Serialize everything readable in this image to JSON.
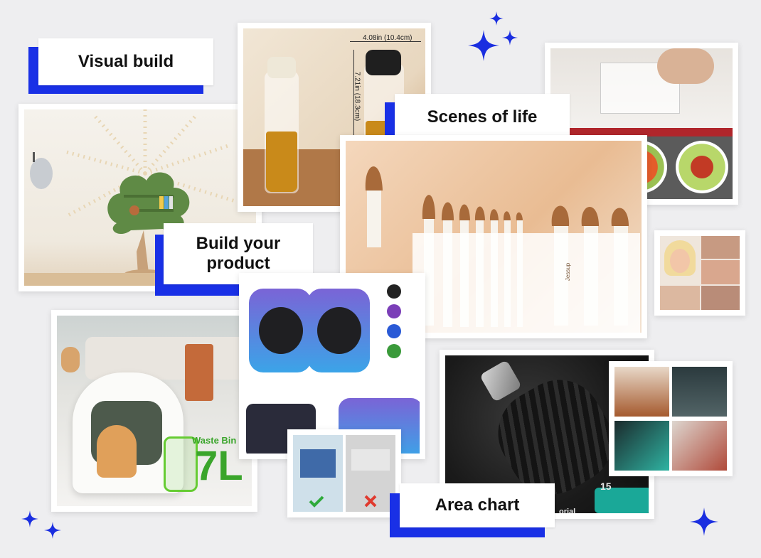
{
  "labels": {
    "visual_build": "Visual build",
    "scenes_of_life": "Scenes of life",
    "build_your_product_line1": "Build your",
    "build_your_product_line2": "product",
    "area_chart": "Area chart"
  },
  "photos": {
    "oil_bottle": {
      "dim_width": "4.08in (10.4cm)",
      "dim_height": "7.21in (18.3cm)"
    },
    "litter_box": {
      "badge_label": "Waste Bin",
      "badge_value": "7L"
    },
    "drill": {
      "dial_number": "15",
      "caption_fragment": "orial"
    },
    "brushes": {
      "brand_mark": "Jessup"
    }
  },
  "colors": {
    "accent_blue": "#1930e6",
    "background": "#eeeef0",
    "sparkle_blue": "#1a2ee0"
  },
  "icons": [
    "sparkle-icon",
    "check-icon",
    "cross-icon"
  ]
}
